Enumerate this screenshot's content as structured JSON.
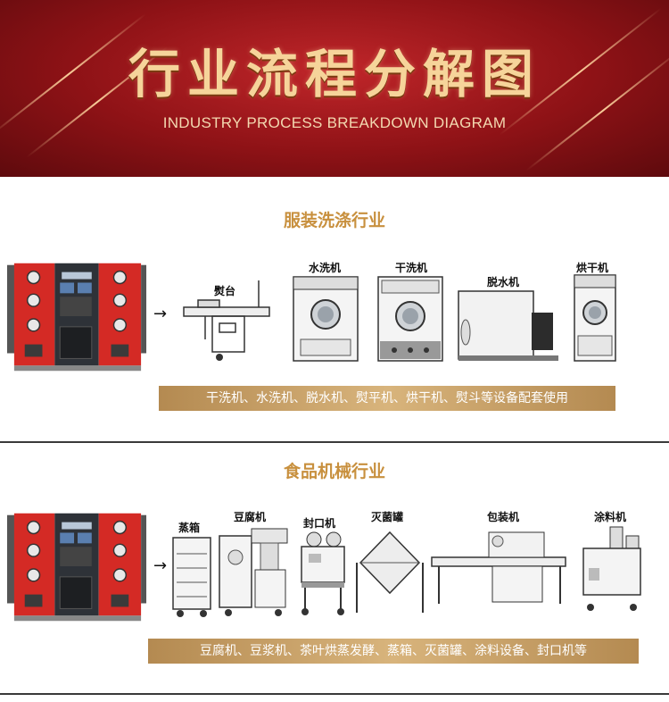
{
  "header": {
    "title_cn": "行业流程分解图",
    "title_en": "INDUSTRY PROCESS BREAKDOWN DIAGRAM"
  },
  "section1": {
    "title": "服装洗涤行业",
    "machines": [
      "熨台",
      "水洗机",
      "干洗机",
      "脱水机",
      "烘干机"
    ],
    "caption": "干洗机、水洗机、脱水机、熨平机、烘干机、熨斗等设备配套使用"
  },
  "section2": {
    "title": "食品机械行业",
    "machines": [
      "蒸箱",
      "豆腐机",
      "封口机",
      "灭菌罐",
      "包装机",
      "涂料机"
    ],
    "caption": "豆腐机、豆浆机、茶叶烘蒸发酵、蒸箱、灭菌罐、涂料设备、封口机等"
  },
  "icons": {
    "arrow": "arrow-right-icon",
    "boiler": "steam-generator-icon"
  },
  "colors": {
    "banner_red": "#a01a1e",
    "gold_title": "#f6d49a",
    "section_title": "#c8903e",
    "caption_bar": "#c9a167",
    "boiler_red": "#d42a25"
  }
}
